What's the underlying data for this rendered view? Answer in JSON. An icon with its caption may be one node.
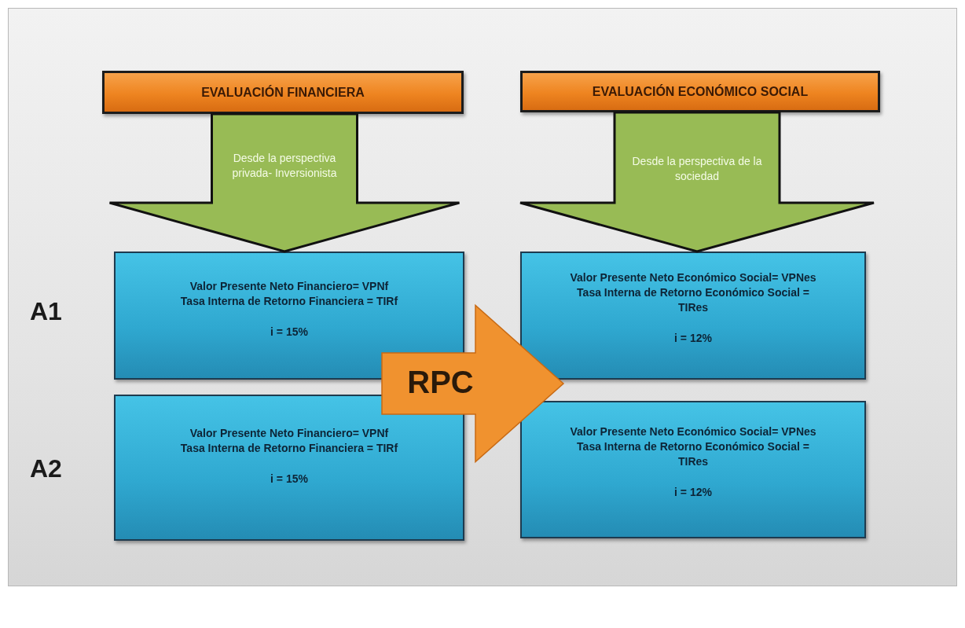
{
  "diagram": {
    "nodes": [
      {
        "text": [
          "EVALUACIÓN FINANCIERA"
        ]
      },
      {
        "text": [
          "EVALUACIÓN ECONÓMICO SOCIAL"
        ]
      },
      {
        "text": [
          "Valor Presente Neto Financiero= VPNf",
          "Tasa Interna de Retorno Financiera = TIRf",
          "i = 15%"
        ]
      },
      {
        "text": [
          "Valor Presente Neto Económico Social= VPNes",
          "Tasa Interna de Retorno Económico Social = TIRes",
          "i = 12%"
        ]
      },
      {
        "text": [
          "Valor Presente Neto Financiero= VPNf",
          "Tasa Interna de Retorno Financiera = TIRf",
          "i = 15%"
        ]
      },
      {
        "text": [
          "Valor Presente Neto Económico Social= VPNes",
          "Tasa Interna de Retorno Económico Social = TIRes",
          "i = 12%"
        ]
      }
    ],
    "edges": [
      {
        "from": 0,
        "to": 2,
        "arrow": "to",
        "label": "Desde la perspectiva privada- Inversionista"
      },
      {
        "from": 1,
        "to": 3,
        "arrow": "to",
        "label": "Desde la perspectiva de la sociedad"
      },
      {
        "from": 2,
        "to": 3,
        "arrow": "to",
        "label": "RPC",
        "color": "#f0922f"
      }
    ],
    "labels": [
      "A1",
      "A2"
    ]
  }
}
